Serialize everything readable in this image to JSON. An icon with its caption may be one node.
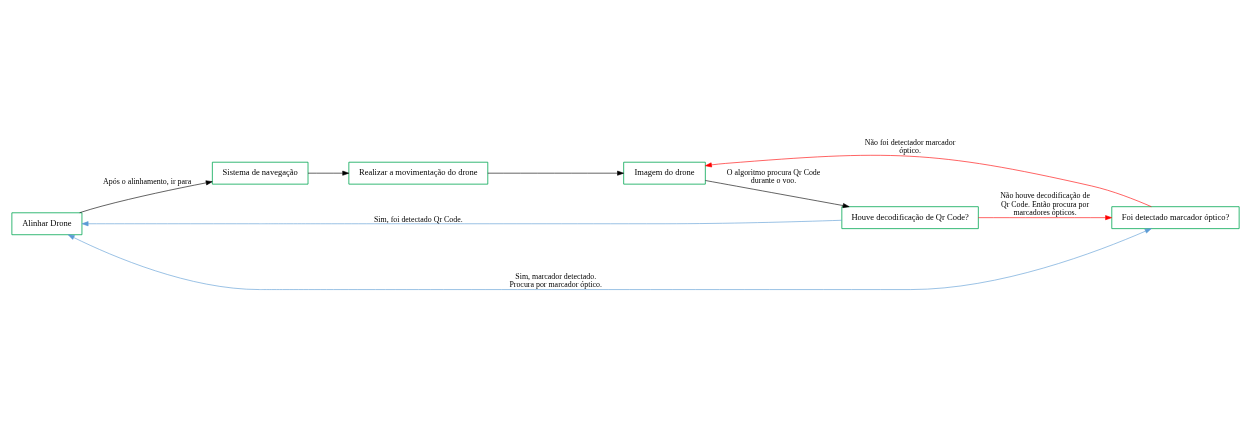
{
  "diagram": {
    "nodes": [
      {
        "text": [
          "Alinhar Drone"
        ]
      },
      {
        "text": [
          "Sistema de navegação"
        ]
      },
      {
        "text": [
          "Houve decodificação de Qr Code?"
        ]
      },
      {
        "text": [
          "Foi detectado marcador óptico?"
        ]
      },
      {
        "text": [
          "Imagem do drone"
        ]
      },
      {
        "text": [
          "Realizar a movimentação do drone"
        ]
      }
    ],
    "edges": [
      {
        "from": 2,
        "to": 0,
        "arrow": "to",
        "label": "Sim, foi detectado Qr Code.",
        "color": "#5b9bd5"
      },
      {
        "from": 0,
        "to": 1,
        "arrow": "to",
        "label": "Após o alinhamento, ir para"
      },
      {
        "from": 3,
        "to": 0,
        "arrow": "both",
        "label": "Sim, marcador detectado. Procura por marcador óptico.",
        "color": "#5b9bd5"
      },
      {
        "from": 2,
        "to": 3,
        "arrow": "to",
        "label": "Não houve decodificação de Qr Code. Então procura por marcadores ópticos.",
        "color": "#ff0000"
      },
      {
        "from": 3,
        "to": 4,
        "arrow": "to",
        "label": "Não foi detectador marcador óptico.",
        "color": "#ff0000"
      },
      {
        "from": 1,
        "to": 5,
        "arrow": "to"
      },
      {
        "from": 5,
        "to": 4,
        "arrow": "to"
      },
      {
        "from": 4,
        "to": 2,
        "arrow": "to",
        "label": "O algoritmo procura Qr Code durante o voo."
      }
    ]
  }
}
